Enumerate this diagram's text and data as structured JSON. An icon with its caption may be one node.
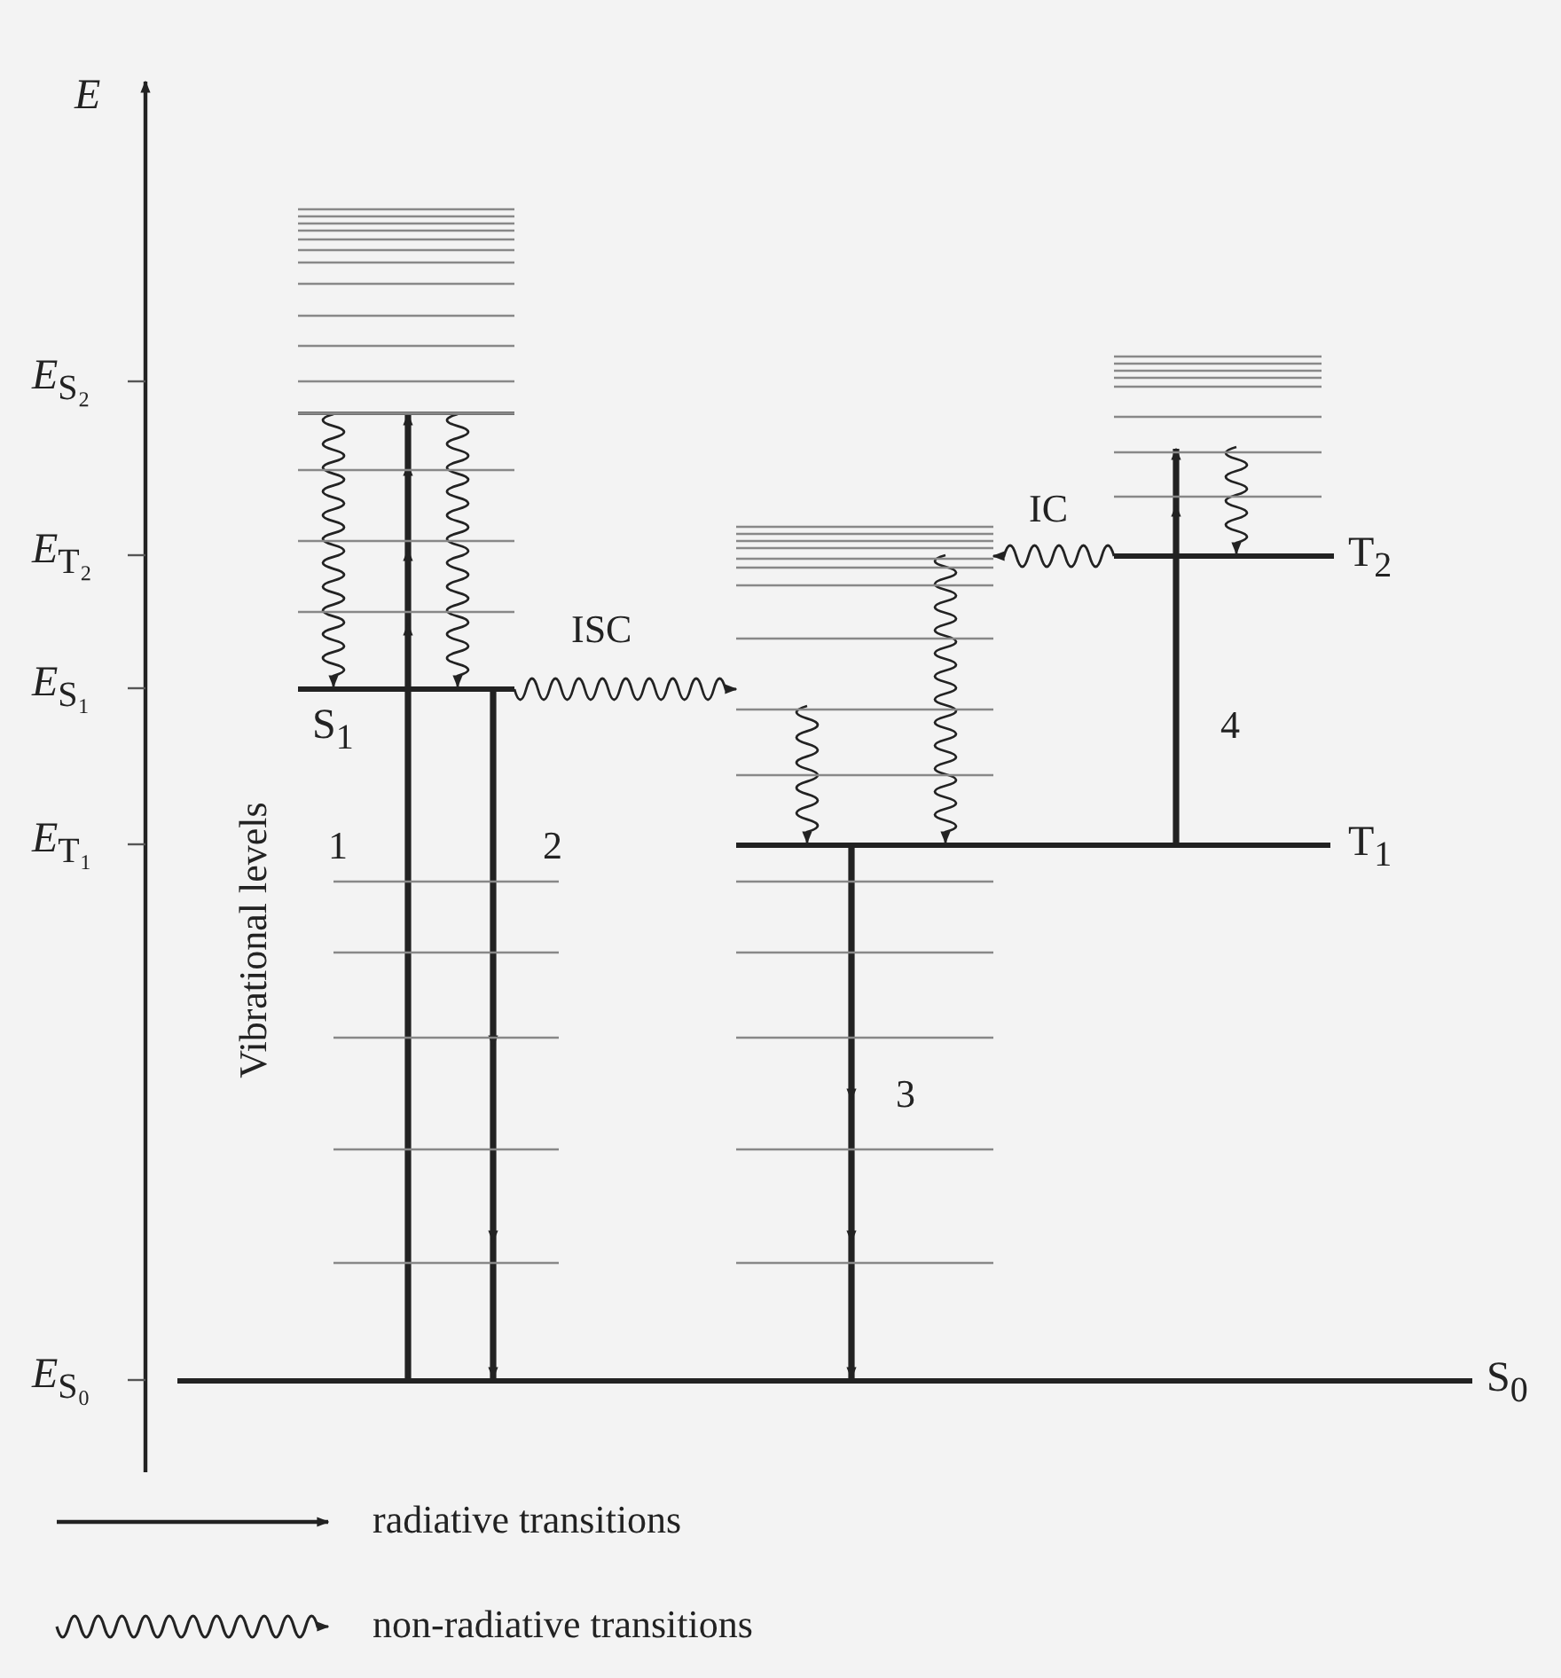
{
  "diagram": {
    "nodes": [
      {
        "text": [],
        "shape": "bar"
      },
      {
        "text": [
          "T$_{2}$"
        ]
      },
      {
        "text": [
          "S$_{1}$"
        ]
      },
      {
        "text": [
          "T$_{1}$"
        ]
      },
      {
        "text": [
          "S$_{0}$"
        ]
      }
    ],
    "edges": [
      {
        "from": 4,
        "to": 0,
        "arrow": "to",
        "label": "1",
        "style": "thick"
      },
      {
        "from": 2,
        "to": 4,
        "arrow": "to",
        "label": "2",
        "style": "thick"
      },
      {
        "from": 3,
        "to": 4,
        "arrow": "to",
        "label": "3",
        "style": "thick"
      },
      {
        "from": 3,
        "to": 1,
        "arrow": "to",
        "label": "4",
        "style": "thick"
      },
      {
        "from": 2,
        "to": 3,
        "arrow": "to",
        "label": "ISC"
      },
      {
        "from": 1,
        "to": 3,
        "arrow": "to",
        "label": "IC"
      },
      {
        "from": 0,
        "to": 2,
        "arrow": "to"
      },
      {
        "from": 0,
        "to": 2,
        "arrow": "to"
      },
      {
        "from": null,
        "to": 3,
        "arrow": "to"
      },
      {
        "from": null,
        "to": 3,
        "arrow": "to"
      },
      {
        "from": null,
        "to": 1,
        "arrow": "to"
      }
    ],
    "labels": [
      "*E*",
      "*E*$_{S₂}$",
      "*E*$_{T₂}$",
      "*E*$_{S₁}$",
      "*E*$_{T₁}$",
      "*E*$_{S₀}$",
      "Vibrational levels"
    ],
    "legend": [
      {
        "text": "radiative transitions"
      },
      {
        "text": "non-radiative transitions"
      }
    ]
  }
}
